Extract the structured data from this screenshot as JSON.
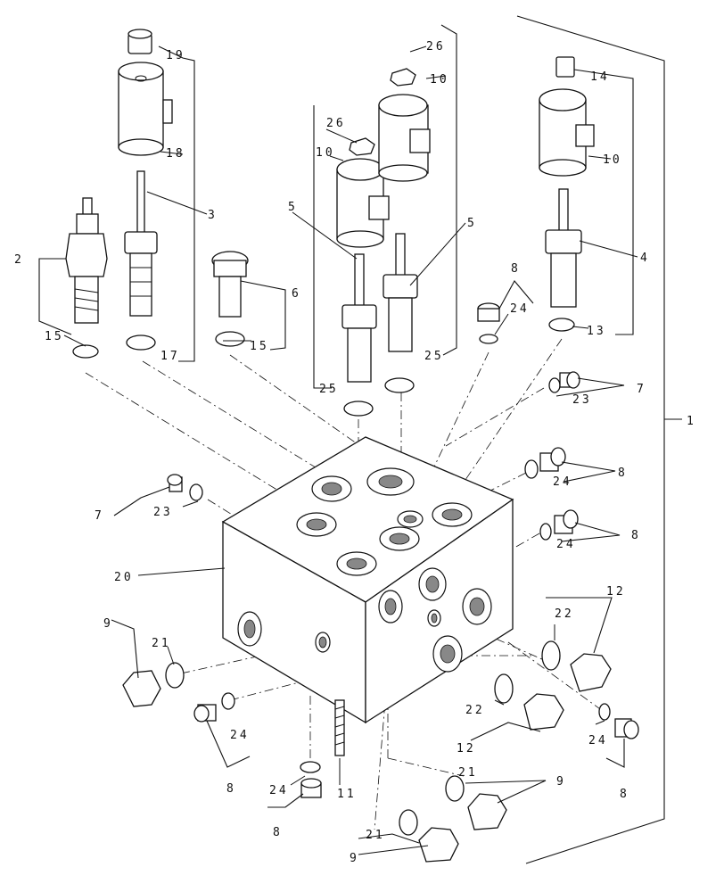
{
  "labels": {
    "n1": "1",
    "n2": "2",
    "n3": "3",
    "n4": "4",
    "n5a": "5",
    "n5b": "5",
    "n6": "6",
    "n7a": "7",
    "n7b": "7",
    "n8a": "8",
    "n8b": "8",
    "n8c": "8",
    "n8d": "8",
    "n8e": "8",
    "n8f": "8",
    "n9a": "9",
    "n9b": "9",
    "n9c": "9",
    "n10a": "10",
    "n10b": "10",
    "n10c": "10",
    "n11": "11",
    "n12a": "12",
    "n12b": "12",
    "n13": "13",
    "n14": "14",
    "n15a": "15",
    "n15b": "15",
    "n17": "17",
    "n18": "18",
    "n19": "19",
    "n20": "20",
    "n21a": "21",
    "n21b": "21",
    "n21c": "21",
    "n22a": "22",
    "n22b": "22",
    "n23a": "23",
    "n23b": "23",
    "n24a": "24",
    "n24b": "24",
    "n24c": "24",
    "n24d": "24",
    "n24e": "24",
    "n24f": "24",
    "n25a": "25",
    "n25b": "25",
    "n26a": "26",
    "n26b": "26"
  }
}
